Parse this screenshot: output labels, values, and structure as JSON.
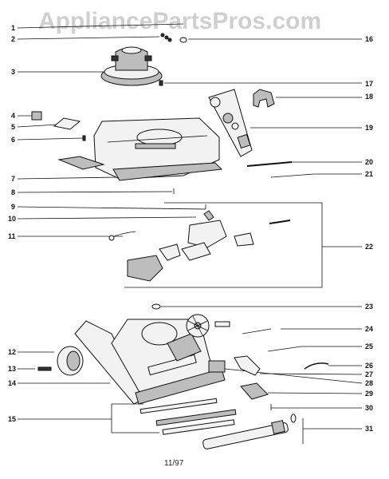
{
  "watermark": "AppliancePartsPros.com",
  "date_code": "11/97",
  "callouts": {
    "c1": "1",
    "c2": "2",
    "c3": "3",
    "c4": "4",
    "c5": "5",
    "c6": "6",
    "c7": "7",
    "c8": "8",
    "c9": "9",
    "c10": "10",
    "c11": "11",
    "c12": "12",
    "c13": "13",
    "c14": "14",
    "c15": "15",
    "c16": "16",
    "c17": "17",
    "c18": "18",
    "c19": "19",
    "c20": "20",
    "c21": "21",
    "c22": "22",
    "c23": "23",
    "c24": "24",
    "c25": "25",
    "c26": "26",
    "c27": "27",
    "c28": "28",
    "c29": "29",
    "c30": "30",
    "c31": "31"
  }
}
